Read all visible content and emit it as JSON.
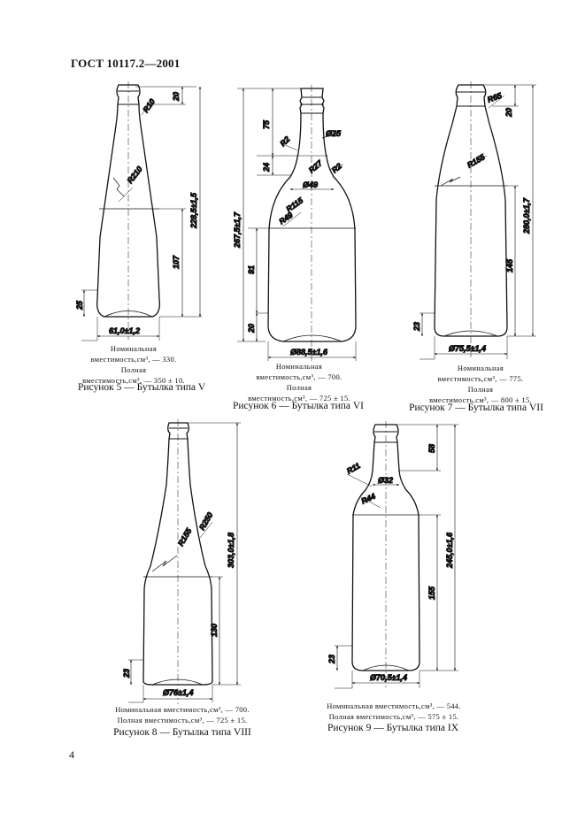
{
  "header": {
    "title": "ГОСТ 10117.2—2001"
  },
  "page_number": "4",
  "figures": [
    {
      "caption": "Рисунок 5 — Бутылка типа V",
      "text": [
        "Номинальная",
        "вместимость,см³, — 330.",
        "Полная",
        "вместимость,см³, — 350 ± 10."
      ],
      "dims": {
        "d1": "20",
        "d2": "R10",
        "d3": "R210",
        "d4": "228,5±1,5",
        "d5": "107",
        "d6": "25",
        "d7": "61,0±1,2"
      }
    },
    {
      "caption": "Рисунок 6 — Бутылка типа VI",
      "text": [
        "Номинальная",
        "вместимость,см³, — 700.",
        "Полная",
        "вместимость,см³, — 725 ± 15."
      ],
      "dims": {
        "d1": "75",
        "d2": "R2",
        "d3": "Ø25",
        "d4": "24",
        "d5": "R27",
        "d6": "R2",
        "d7": "Ø49",
        "d8": "R115",
        "d9": "R49",
        "d10": "267,5±1,7",
        "d11": "91",
        "d12": "20",
        "d13": "Ø88,5±1,6"
      }
    },
    {
      "caption": "Рисунок 7 — Бутылка типа VII",
      "text": [
        "Номинальная",
        "вместимость,см³, — 775.",
        "Полная",
        "вместимость,см³, — 800 ± 15."
      ],
      "dims": {
        "d1": "R65",
        "d2": "20",
        "d3": "R155",
        "d4": "280,0±1,7",
        "d5": "145",
        "d6": "23",
        "d7": "Ø75,5±1,4"
      }
    },
    {
      "caption": "Рисунок 8 — Бутылка типа VIII",
      "text": [
        "Номинальная вместимость,см³, — 700.",
        "Полная вместимость,см³, — 725 ± 15."
      ],
      "dims": {
        "d1": "R155",
        "d2": "R250",
        "d3": "303,0±1,8",
        "d4": "130",
        "d5": "23",
        "d6": "Ø76±1,4"
      }
    },
    {
      "caption": "Рисунок 9 — Бутылка типа IX",
      "text": [
        "Номинальная вместимость,см³, — 544.",
        "Полная вместимость,см³, — 575 ± 15."
      ],
      "dims": {
        "d1": "58",
        "d2": "R11",
        "d3": "Ø32",
        "d4": "R44",
        "d5": "245,0±1,6",
        "d6": "155",
        "d7": "23",
        "d8": "Ø70,5±1,4"
      }
    }
  ]
}
